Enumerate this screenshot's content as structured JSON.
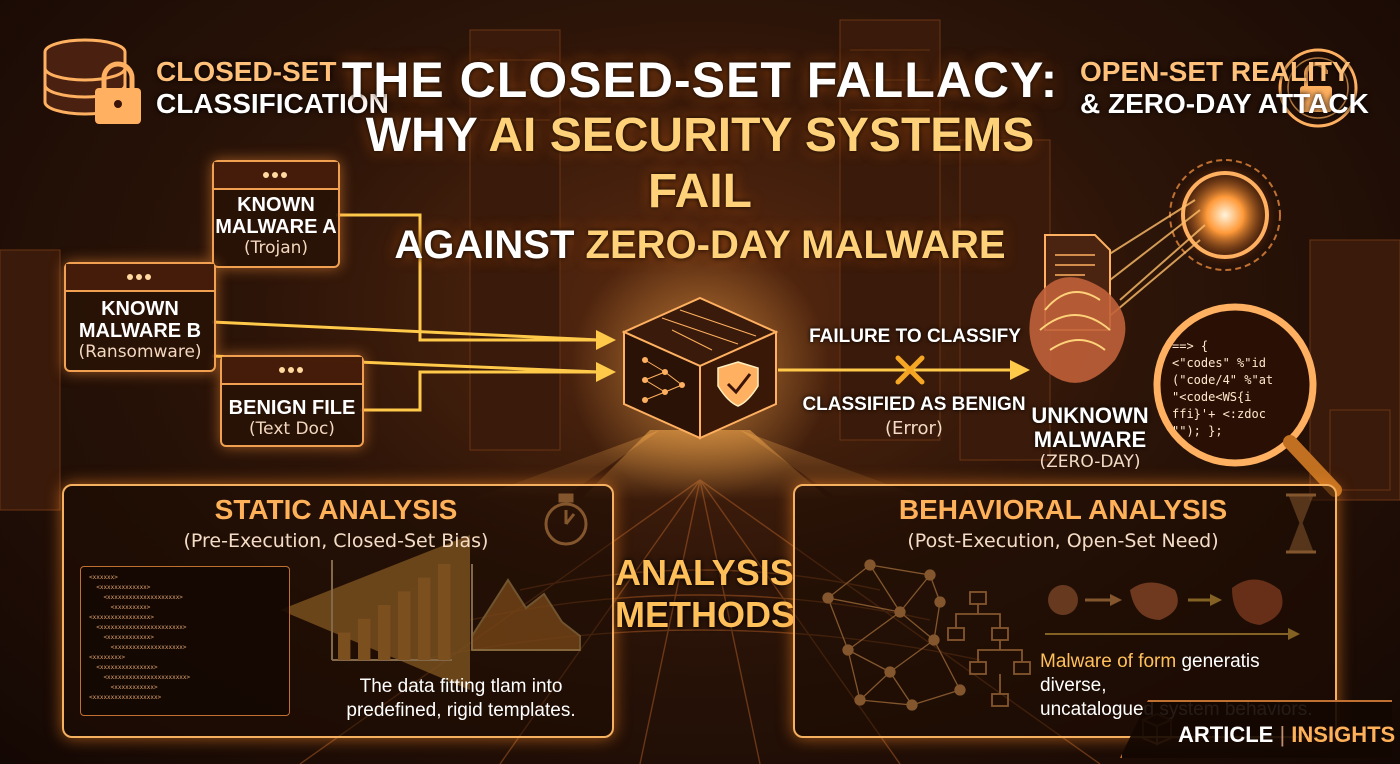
{
  "title": {
    "line1": "THE CLOSED-SET FALLACY:",
    "line2_pre": "WHY ",
    "line2_hl": "AI SECURITY SYSTEMS FAIL",
    "line3_pre": "AGAINST ",
    "line3_hl": "ZERO-DAY MALWARE"
  },
  "corners": {
    "left_line1": "CLOSED-SET",
    "left_line2": "CLASSIFICATION",
    "right_line1": "OPEN-SET REALITY",
    "right_line2": "& ZERO-DAY ATTACK"
  },
  "inputs": [
    {
      "label1": "KNOWN",
      "label2": "MALWARE A",
      "sub": "(Trojan)"
    },
    {
      "label1": "KNOWN",
      "label2": "MALWARE B",
      "sub": "(Ransomware)"
    },
    {
      "label1": "BENIGN FILE",
      "sub": "(Text Doc)"
    }
  ],
  "flow": {
    "failure": "FAILURE TO CLASSIFY",
    "classified": "CLASSIFIED AS BENIGN",
    "error": "(Error)",
    "unknown1": "UNKNOWN",
    "unknown2": "MALWARE",
    "unknown3": "(ZERO-DAY)"
  },
  "magnifier_code": [
    "==> {",
    "<\"codes\" %\"id",
    "(\"code/4\" %\"at",
    "\"<code<WS{i",
    "ffi}'+ <:zdoc",
    "\"\"); };"
  ],
  "static_panel": {
    "title": "STATIC ANALYSIS",
    "sub": "(Pre-Execution, Closed-Set Bias)",
    "desc1": "The data fitting tlam into",
    "desc2": "predefined, rigid templates."
  },
  "center_label": {
    "line1": "ANALYSIS",
    "line2": "METHODS"
  },
  "behavioral_panel": {
    "title": "BEHAVIORAL ANALYSIS",
    "sub": "(Post-Execution, Open-Set Need)",
    "desc_hl": "Malware of form ",
    "desc_rest": "generatis diverse,",
    "desc2": "uncatalogued system behaviors."
  },
  "brand": {
    "left": "ARTICLE",
    "sep": "|",
    "right": "INSIGHTS"
  },
  "colors": {
    "accent": "#ffb15a",
    "highlight": "#ffd27a",
    "arrow": "#ffc94a",
    "error": "#f5a623"
  },
  "chart_data": [
    {
      "type": "bar",
      "values": [
        2,
        3,
        4,
        5,
        6,
        7
      ]
    },
    {
      "type": "area",
      "values": [
        1,
        3,
        5,
        3,
        4,
        2,
        1
      ]
    }
  ]
}
